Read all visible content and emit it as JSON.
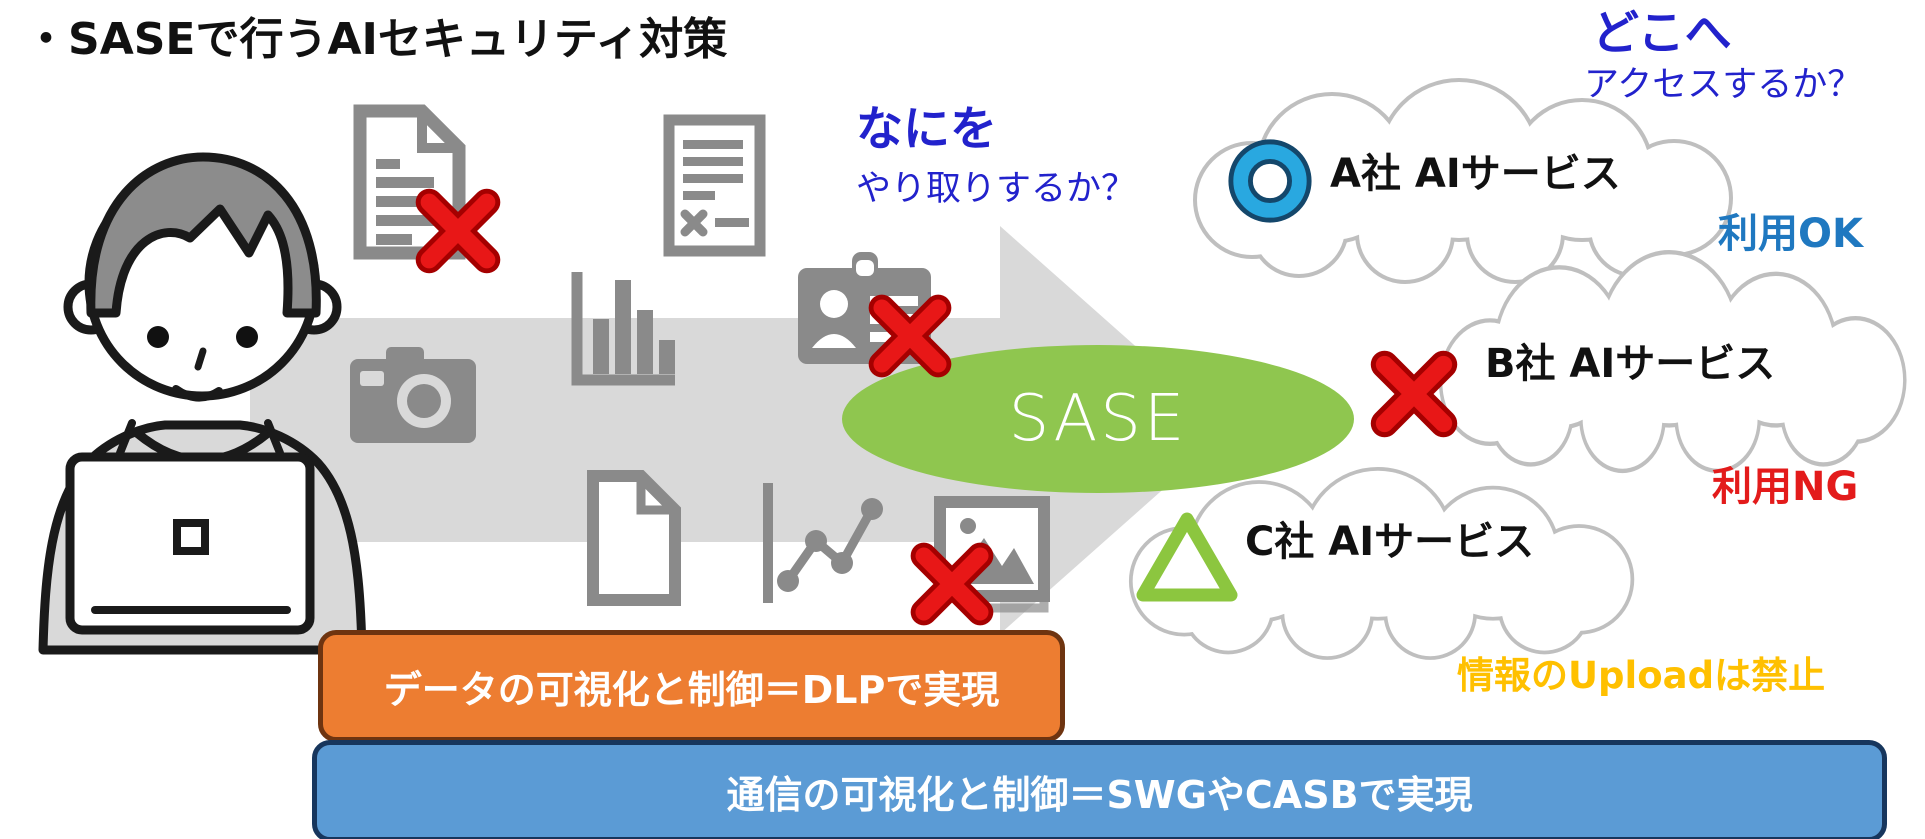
{
  "title": "・SASEで行うAIセキュリティ対策",
  "questions": {
    "what": {
      "heading": "なにを",
      "sub": "やり取りするか？"
    },
    "where": {
      "heading": "どこへ",
      "sub": "アクセスするか？"
    }
  },
  "sase_label": "SASE",
  "services": [
    {
      "label": "A社 AIサービス",
      "status": "circle-ok"
    },
    {
      "label": "B社 AIサービス",
      "status": "cross-ng"
    },
    {
      "label": "C社 AIサービス",
      "status": "triangle-warning"
    }
  ],
  "verdicts": {
    "ok": "利用OK",
    "ng": "利用NG",
    "upload_ban": "情報のUploadは禁止"
  },
  "banners": {
    "dlp": "データの可視化と制御＝DLPで実現",
    "swg": "通信の可視化と制御＝SWGやCASBで実現"
  },
  "icons": {
    "person": "user-with-laptop",
    "data_items": [
      "document-rejected",
      "contract-document",
      "bar-chart",
      "camera",
      "id-badge-rejected",
      "blank-document",
      "line-chart",
      "picture-rejected"
    ],
    "flow": "gray-block-arrow-right"
  },
  "colors": {
    "sase_green": "#8fc64f",
    "arrow_gray": "#d9d9d9",
    "icon_gray": "#8a8a8a",
    "cloud_outline": "#bfbfbf",
    "question_blue": "#2222cc",
    "ok_blue": "#1f78c0",
    "ng_red": "#e31b1b",
    "upload_yellow": "#ffc000",
    "cross_red": "#e81717",
    "ring_blue": "#29a8e0",
    "triangle_green": "#8cc63f",
    "banner_orange": "#ed7d31",
    "banner_blue": "#5b9bd5"
  }
}
